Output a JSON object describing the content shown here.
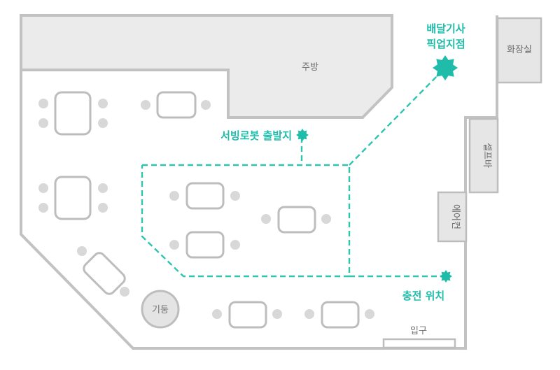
{
  "labels": {
    "kitchen": "주방",
    "restroom": "화장실",
    "self_bar": "셀프바",
    "air_conditioner": "에어컨",
    "pillar": "기둥",
    "entrance": "입구",
    "robot_start": "서빙로봇 출발지",
    "delivery_pickup_line1": "배달기사",
    "delivery_pickup_line2": "픽업지점",
    "charging": "충전 위치"
  },
  "colors": {
    "accent": "#1fbcaa",
    "wall": "#c2c2c2",
    "fill": "#e6e6e6"
  },
  "icons": {
    "marker": "starburst-icon"
  }
}
